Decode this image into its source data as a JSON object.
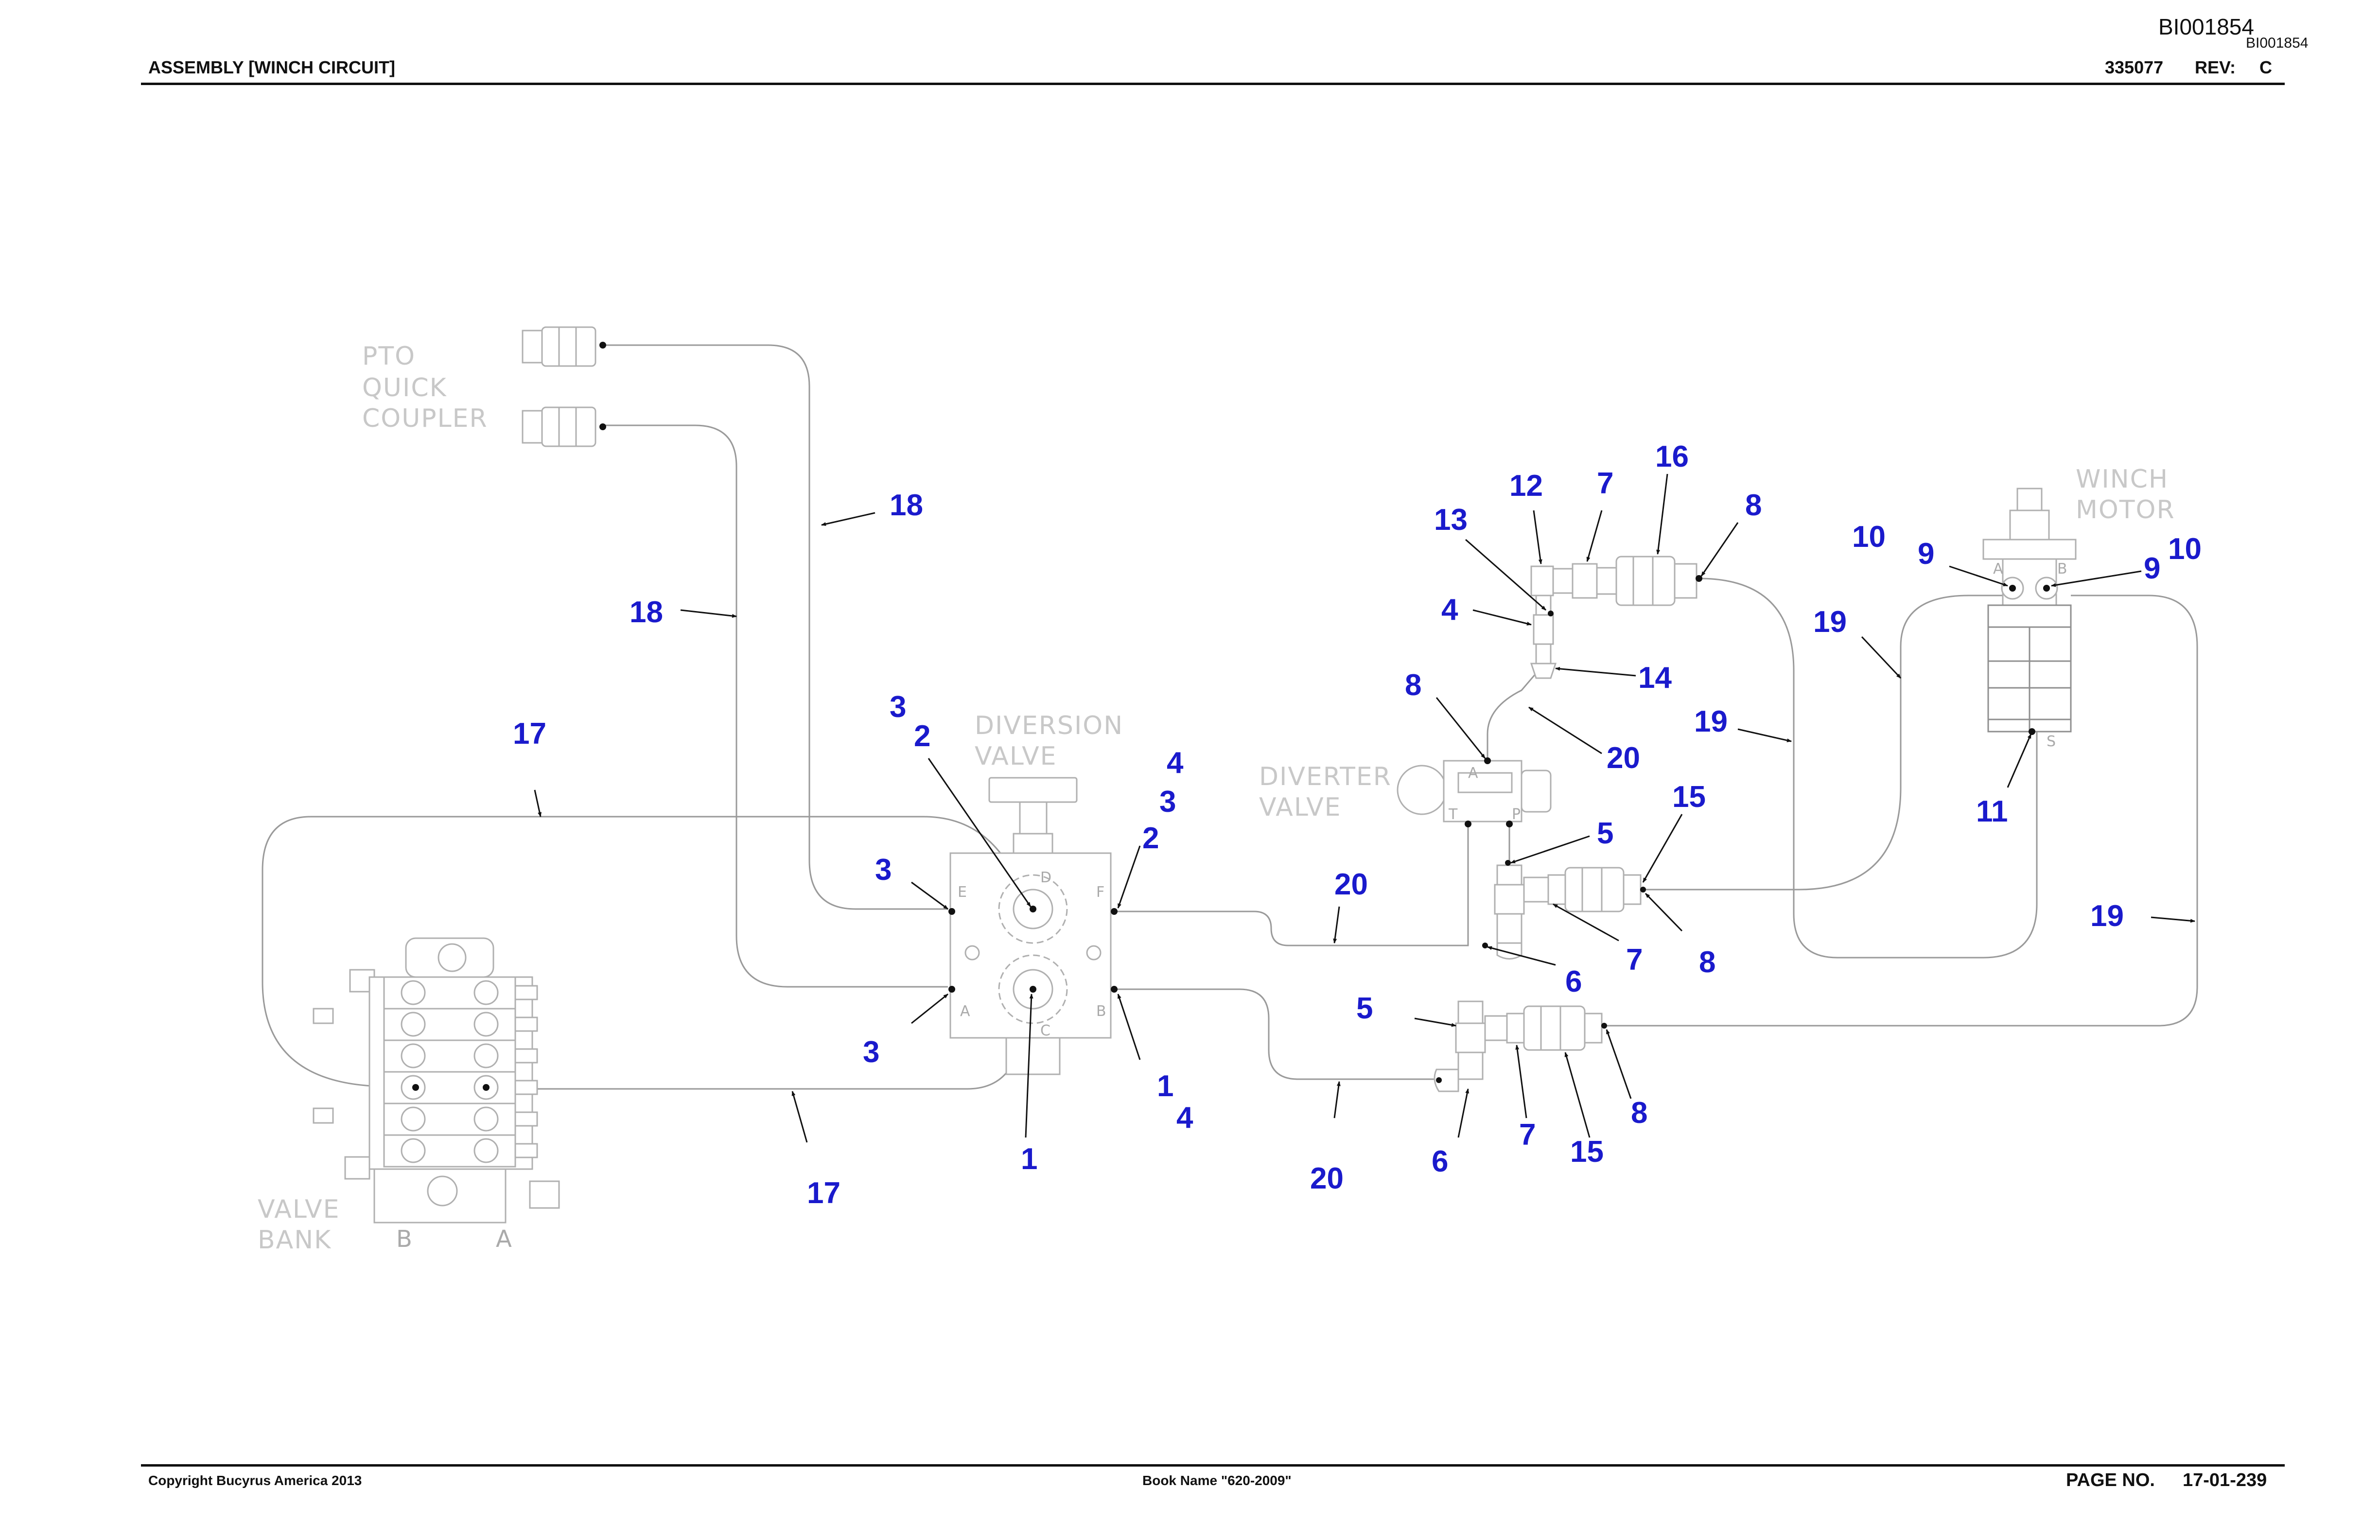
{
  "header": {
    "id_large": "BI001854",
    "id_small": "BI001854",
    "title": "ASSEMBLY [WINCH CIRCUIT]",
    "part_number": "335077",
    "rev_label": "REV:",
    "rev_value": "C"
  },
  "footer": {
    "copyright": "Copyright Bucyrus America 2013",
    "book_name": "Book Name \"620-2009\"",
    "page_label": "PAGE NO.",
    "page_value": "17-01-239"
  },
  "components": {
    "pto_coupler": [
      "PTO",
      "QUICK",
      "COUPLER"
    ],
    "diversion_valve": [
      "DIVERSION",
      "VALVE"
    ],
    "diverter_valve": [
      "DIVERTER",
      "VALVE"
    ],
    "winch_motor": [
      "WINCH",
      "MOTOR"
    ],
    "valve_bank": [
      "VALVE",
      "BANK"
    ]
  },
  "ports": {
    "diversion_d": "D",
    "diversion_e": "E",
    "diversion_f": "F",
    "diversion_a": "A",
    "diversion_b": "B",
    "diversion_c": "C",
    "diverter_a": "A",
    "diverter_t": "T",
    "diverter_p": "P",
    "motor_a": "A",
    "motor_b": "B",
    "motor_s": "S",
    "bank_b": "B",
    "bank_a": "A"
  },
  "callouts": [
    {
      "id": "c1",
      "text": "18"
    },
    {
      "id": "c2",
      "text": "18"
    },
    {
      "id": "c3",
      "text": "17"
    },
    {
      "id": "c4",
      "text": "17"
    },
    {
      "id": "c5",
      "text": "3"
    },
    {
      "id": "c6",
      "text": "2"
    },
    {
      "id": "c7",
      "text": "3"
    },
    {
      "id": "c8",
      "text": "3"
    },
    {
      "id": "c9",
      "text": "4"
    },
    {
      "id": "c10",
      "text": "3"
    },
    {
      "id": "c11",
      "text": "2"
    },
    {
      "id": "c12",
      "text": "1"
    },
    {
      "id": "c13",
      "text": "4"
    },
    {
      "id": "c14",
      "text": "1"
    },
    {
      "id": "c15",
      "text": "20"
    },
    {
      "id": "c16",
      "text": "20"
    },
    {
      "id": "c17",
      "text": "12"
    },
    {
      "id": "c18",
      "text": "7"
    },
    {
      "id": "c19",
      "text": "16"
    },
    {
      "id": "c20",
      "text": "8"
    },
    {
      "id": "c21",
      "text": "13"
    },
    {
      "id": "c22",
      "text": "4"
    },
    {
      "id": "c23",
      "text": "14"
    },
    {
      "id": "c24",
      "text": "8"
    },
    {
      "id": "c25",
      "text": "20"
    },
    {
      "id": "c26",
      "text": "19"
    },
    {
      "id": "c27",
      "text": "15"
    },
    {
      "id": "c28",
      "text": "5"
    },
    {
      "id": "c29",
      "text": "7"
    },
    {
      "id": "c30",
      "text": "8"
    },
    {
      "id": "c31",
      "text": "6"
    },
    {
      "id": "c32",
      "text": "5"
    },
    {
      "id": "c33",
      "text": "6"
    },
    {
      "id": "c34",
      "text": "7"
    },
    {
      "id": "c35",
      "text": "15"
    },
    {
      "id": "c36",
      "text": "8"
    },
    {
      "id": "c37",
      "text": "10"
    },
    {
      "id": "c38",
      "text": "9"
    },
    {
      "id": "c39",
      "text": "9"
    },
    {
      "id": "c40",
      "text": "10"
    },
    {
      "id": "c41",
      "text": "19"
    },
    {
      "id": "c42",
      "text": "11"
    },
    {
      "id": "c43",
      "text": "19"
    }
  ]
}
